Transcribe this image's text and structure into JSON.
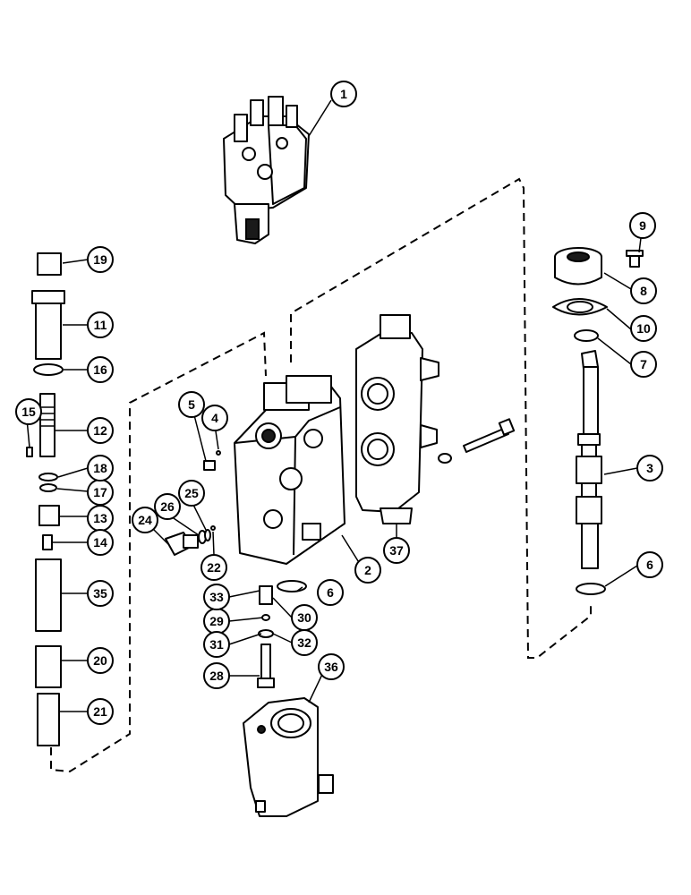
{
  "callouts": {
    "c1": "1",
    "c2": "2",
    "c3": "3",
    "c4": "4",
    "c5": "5",
    "c6a": "6",
    "c6b": "6",
    "c7": "7",
    "c8": "8",
    "c9": "9",
    "c10": "10",
    "c11": "11",
    "c12": "12",
    "c13": "13",
    "c14": "14",
    "c15": "15",
    "c16": "16",
    "c17": "17",
    "c18": "18",
    "c19": "19",
    "c20": "20",
    "c21": "21",
    "c22": "22",
    "c24": "24",
    "c25": "25",
    "c26": "26",
    "c28": "28",
    "c29": "29",
    "c30": "30",
    "c31": "31",
    "c32": "32",
    "c33": "33",
    "c35": "35",
    "c36": "36",
    "c37": "37"
  }
}
